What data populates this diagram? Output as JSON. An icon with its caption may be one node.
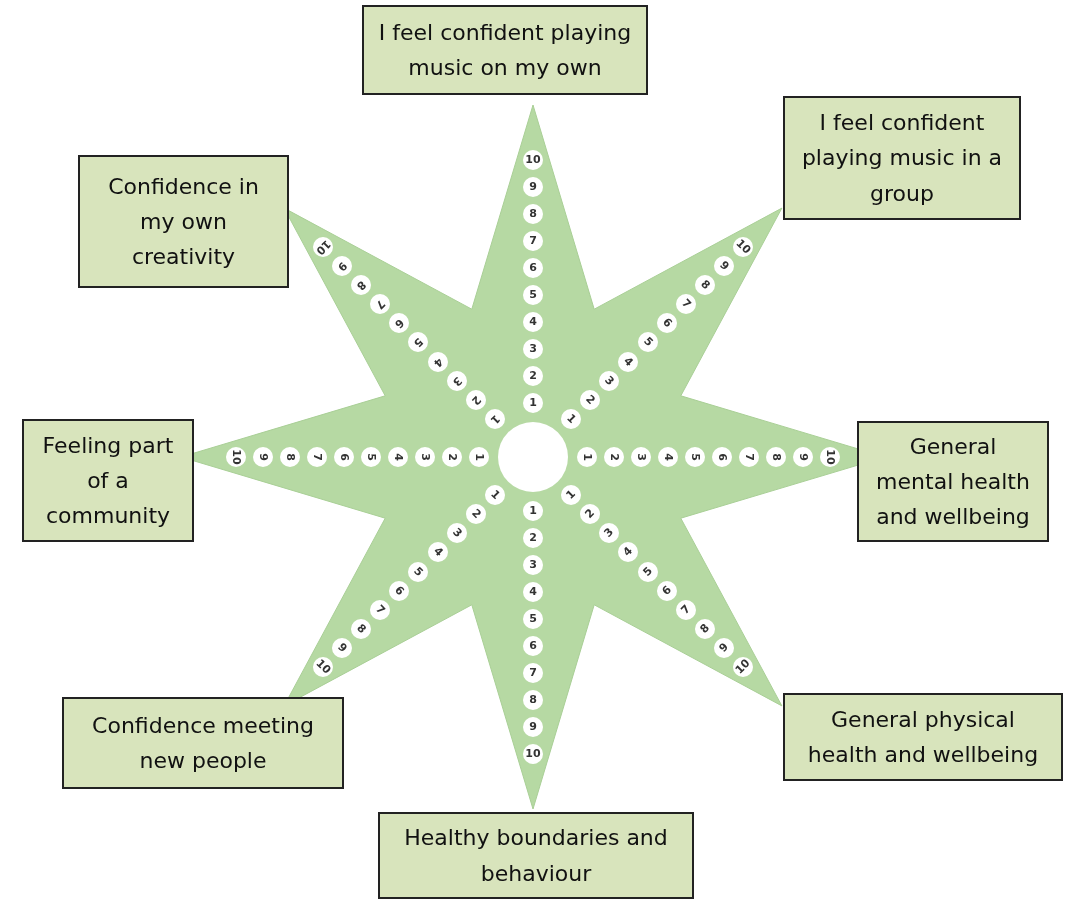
{
  "diagram": {
    "nodes": [
      {
        "text": [
          "I feel confident playing music on my own"
        ]
      },
      {
        "text": [
          "I feel confident playing music in a group"
        ]
      },
      {
        "text": [
          "Confidence in my own creativity"
        ]
      },
      {
        "text": [
          "Feeling part of a community"
        ]
      },
      {
        "text": [
          "General mental health and wellbeing"
        ]
      },
      {
        "text": [
          "General physical health and wellbeing"
        ]
      },
      {
        "text": [
          "Confidence meeting new people"
        ]
      },
      {
        "text": [
          "Healthy boundaries and behaviour"
        ]
      }
    ],
    "labels": [
      "1",
      "2",
      "3",
      "4",
      "5",
      "6",
      "7",
      "8",
      "9",
      "10",
      "1",
      "2",
      "3",
      "4",
      "5",
      "6",
      "7",
      "8",
      "9",
      "10",
      "1",
      "2",
      "3",
      "4",
      "5",
      "6",
      "7",
      "8",
      "9",
      "10",
      "1",
      "2",
      "3",
      "4",
      "5",
      "6",
      "7",
      "8",
      "9",
      "10",
      "1",
      "2",
      "3",
      "4",
      "5",
      "6",
      "7",
      "8",
      "9",
      "10",
      "1",
      "2",
      "3",
      "4",
      "5",
      "6",
      "7",
      "8",
      "9",
      "10",
      "1",
      "2",
      "3",
      "4",
      "5",
      "6",
      "7",
      "8",
      "9",
      "10",
      "1",
      "2",
      "3",
      "4",
      "5",
      "6",
      "7",
      "8",
      "9",
      "10"
    ]
  }
}
